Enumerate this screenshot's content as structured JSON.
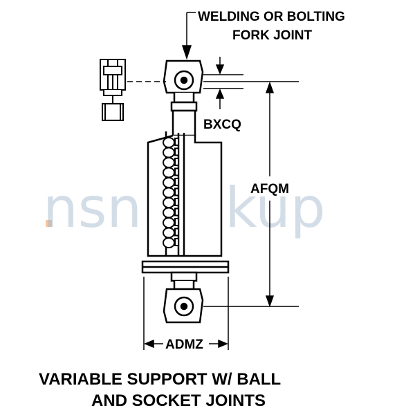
{
  "callouts": {
    "fork_joint_line1": "WELDING OR BOLTING",
    "fork_joint_line2": "FORK JOINT",
    "dim_bxcq": "BXCQ",
    "dim_afqm": "AFQM",
    "dim_admz": "ADMZ"
  },
  "caption": {
    "line1": "VARIABLE SUPPORT W/ BALL",
    "line2": "AND SOCKET JOINTS"
  },
  "watermark": {
    "text": "nsnlookup",
    "color": "#9fb6cc",
    "dot_color": "#f0a060"
  }
}
